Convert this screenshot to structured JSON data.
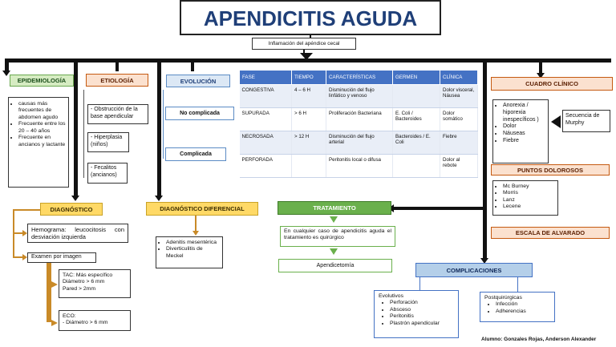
{
  "title": "APENDICITIS AGUDA",
  "subtitle": "Inflamación del apéndice cecal",
  "epidemiologia": {
    "header": "EPIDEMIOLOGÍA",
    "items": [
      "causas más frecuentes de abdomen agudo",
      "Frecuente entre los 20 – 40 años",
      "Frecuente en ancianos y lactante"
    ]
  },
  "etiologia": {
    "header": "ETIOLOGÍA",
    "items": [
      "- Obstrucción de la base apendicular",
      "- Hiperplasia (niños)",
      "- Fecalitos (ancianos)"
    ]
  },
  "evolucion": {
    "header": "EVOLUCIÓN",
    "no_complicada": "No complicada",
    "complicada": "Complicada",
    "columns": [
      "FASE",
      "TIEMPO",
      "CARACTERÍSTICAS",
      "GERMEN",
      "CLÍNICA"
    ],
    "rows": [
      [
        "CONGESTIVA",
        "4 – 6 H",
        "Disminución del flujo linfático y venoso",
        "",
        "Dolor visceral, Náusea"
      ],
      [
        "SUPURADA",
        "> 6 H",
        "Proliferación Bacteriana",
        "E. Coli / Bacteroides",
        "Dolor somático"
      ],
      [
        "NECROSADA",
        "> 12 H",
        "Disminución del flujo arterial",
        "Bacteroides / E. Coli",
        "Fiebre"
      ],
      [
        "PERFORADA",
        "",
        "Peritonitis local o difusa",
        "",
        "Dolor al rebote"
      ]
    ]
  },
  "cuadro_clinico": {
    "header": "CUADRO CLÍNICO",
    "items": [
      "Anorexia / hiporexia inespecíficos )",
      "Dolor",
      "Náuseas",
      "Fiebre"
    ],
    "murphy": "Secuencia de Murphy"
  },
  "puntos_dolorosos": {
    "header": "PUNTOS DOLOROSOS",
    "items": [
      "Mc Burney",
      "Morris",
      "Lanz",
      "Lecene"
    ]
  },
  "alvarado": "ESCALA DE ALVARADO",
  "diagnostico": {
    "header": "DIAGNÓSTICO",
    "hemograma": "Hemograma: leucocitosis con desviación izquierda",
    "imagen": "Examen por imagen",
    "tac": [
      "TAC: Más específico",
      "Diámetro > 6 mm",
      "Pared > 2mm"
    ],
    "eco": [
      "ECO:",
      "- Diámetro > 6 mm"
    ]
  },
  "diagnostico_diferencial": {
    "header": "DIAGNÓSTICO DIFERENCIAL",
    "items": [
      "Adenitis mesentérica",
      "Diverticulitis de Meckel"
    ]
  },
  "tratamiento": {
    "header": "TRATAMIENTO",
    "text": "En cualquier caso de apendicitis aguda el tratamiento es quirúrgico",
    "result": "Apendicetomía"
  },
  "complicaciones": {
    "header": "COMPLICACIONES",
    "evolutivos_title": "Evolutivos",
    "evolutivos": [
      "Perforación",
      "Absceso",
      "Peritonitis",
      "Plastrón apendicular"
    ],
    "post_title": "Postquirúrgicas",
    "post": [
      "Infección",
      "Adherencias"
    ]
  },
  "author": "Alumno: Gonzales Rojas, Anderson Alexander"
}
